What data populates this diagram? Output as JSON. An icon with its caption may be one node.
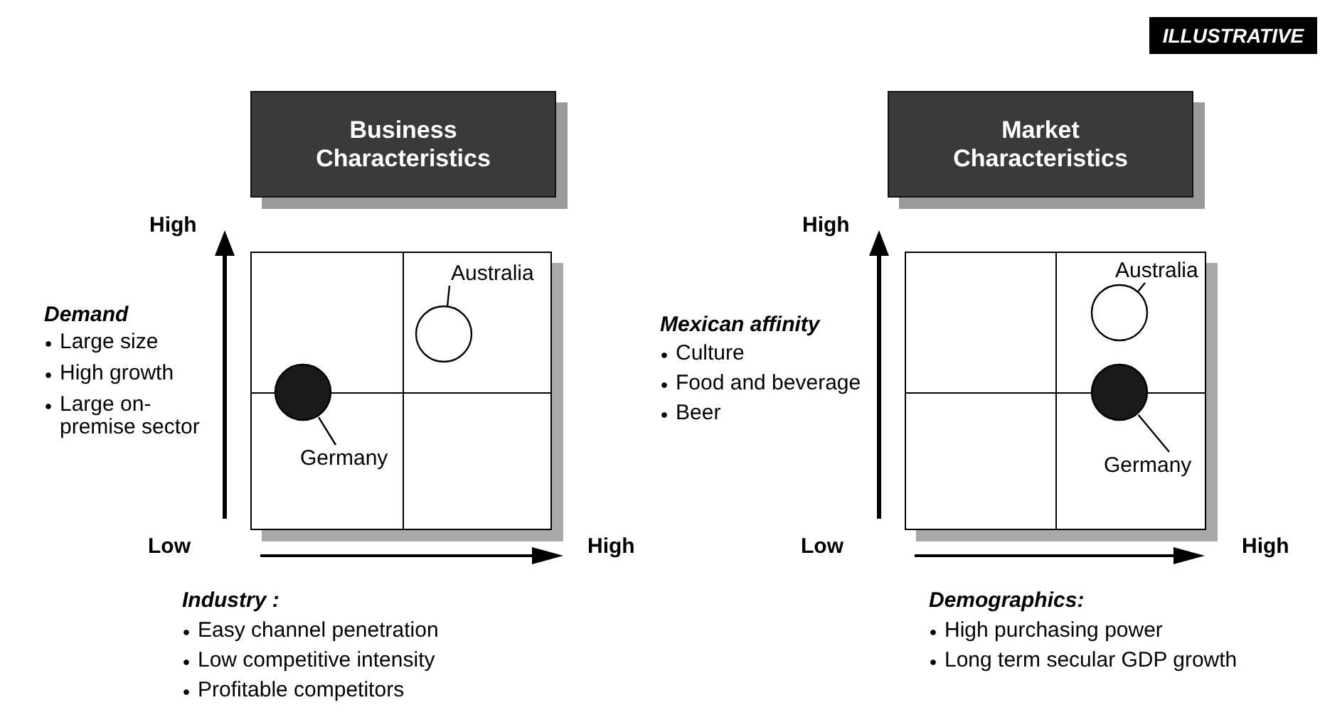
{
  "diagram": {
    "nodes": [
      {
        "text": [
          "ILLUSTRATIVE"
        ]
      },
      {
        "text": [
          "Business Characteristics"
        ]
      },
      {
        "text": [],
        "shape": "box"
      },
      {
        "text": [],
        "shape": "circle",
        "in": 2
      },
      {
        "text": [],
        "shape": "circle",
        "in": 2
      },
      {
        "text": [
          "Australia"
        ],
        "in": 2
      },
      {
        "text": [
          "Germany"
        ],
        "in": 2
      },
      {
        "text": [
          "Market Characteristics"
        ]
      },
      {
        "text": [],
        "shape": "box"
      },
      {
        "text": [],
        "shape": "circle",
        "in": 8
      },
      {
        "text": [],
        "shape": "circle",
        "in": 8
      },
      {
        "text": [
          "Australia"
        ],
        "in": 8
      },
      {
        "text": [
          "Germany"
        ],
        "in": 8
      }
    ],
    "edges": [
      {
        "from": 5,
        "to": 3,
        "arrow": "none"
      },
      {
        "from": 6,
        "to": 4,
        "arrow": "none"
      },
      {
        "from": 11,
        "to": 9,
        "arrow": "none"
      },
      {
        "from": 12,
        "to": 10,
        "arrow": "none"
      }
    ],
    "labels": [
      "High",
      "Demand",
      "Large size",
      "High growth",
      "Large on-premise sector",
      "Low",
      "High",
      "Industry :",
      "Easy channel penetration",
      "Low competitive intensity",
      "Profitable competitors",
      "High",
      "Mexican affinity",
      "Culture",
      "Food and beverage",
      "Beer",
      "Low",
      "High",
      "Demographics:",
      "High purchasing power",
      "Long term secular GDP growth"
    ]
  }
}
